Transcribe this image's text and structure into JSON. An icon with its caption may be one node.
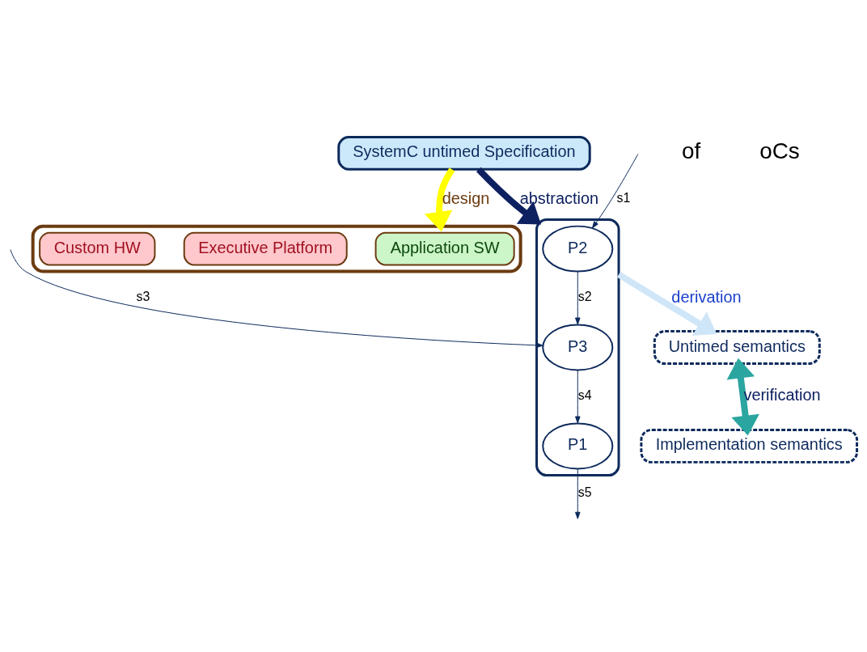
{
  "diagram": {
    "nodes": [
      {
        "text": [],
        "shape": "box"
      },
      {
        "text": [
          "P2"
        ],
        "in": 0
      },
      {
        "text": [
          "P3"
        ],
        "in": 0
      },
      {
        "text": [
          "P1"
        ],
        "in": 0
      },
      {
        "text": [
          "SystemC untimed Specification"
        ]
      },
      {
        "text": [
          "Untimed semantics"
        ]
      },
      {
        "text": [
          "Implementation semantics"
        ]
      },
      {
        "text": [],
        "shape": "box"
      },
      {
        "text": [
          "Application SW"
        ],
        "in": 7
      },
      {
        "text": [
          "Executive Platform"
        ],
        "in": 7
      },
      {
        "text": [
          "Custom HW"
        ],
        "in": 7
      }
    ],
    "edges": [
      {
        "from": null,
        "to": 1,
        "arrow": "to",
        "label": "s1"
      },
      {
        "from": 1,
        "to": 2,
        "arrow": "to",
        "label": "s2"
      },
      {
        "from": null,
        "to": 2,
        "arrow": "to",
        "label": "s3"
      },
      {
        "from": 2,
        "to": 3,
        "arrow": "to",
        "label": "s4"
      },
      {
        "from": 3,
        "to": null,
        "arrow": "to",
        "label": "s5"
      },
      {
        "from": 4,
        "to": 0,
        "arrow": "to",
        "label": "abstraction",
        "style": "thick",
        "color": "#0d2060"
      },
      {
        "from": 0,
        "to": 5,
        "arrow": "to",
        "label": "derivation",
        "style": "thick",
        "color": "#cfe6f8"
      },
      {
        "from": 4,
        "to": 7,
        "arrow": "to",
        "label": "design",
        "style": "thick",
        "color": "#ffff00"
      },
      {
        "from": 5,
        "to": 6,
        "arrow": "both",
        "label": "verification",
        "style": "thick",
        "color": "#2aa5a0"
      }
    ],
    "labels": [
      "of",
      "oCs"
    ]
  }
}
